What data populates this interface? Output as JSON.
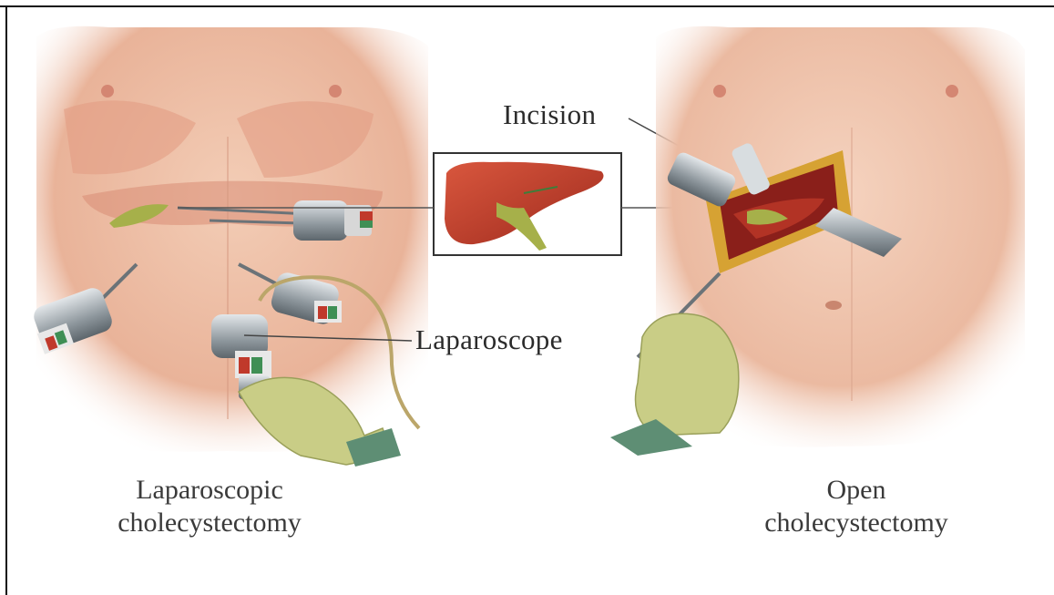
{
  "labels": {
    "incision": "Incision",
    "laparoscope": "Laparoscope"
  },
  "captions": {
    "left_line1": "Laparoscopic",
    "left_line2": "cholecystectomy",
    "right_line1": "Open",
    "right_line2": "cholecystectomy"
  },
  "colors": {
    "skin": "#efc2a8",
    "skin_shade": "#e2a38a",
    "liver": "#c0392b",
    "gallbladder": "#9aa83a",
    "glove": "#c9cd86",
    "instrument": "#9aa3a8",
    "frame": "#111111"
  }
}
